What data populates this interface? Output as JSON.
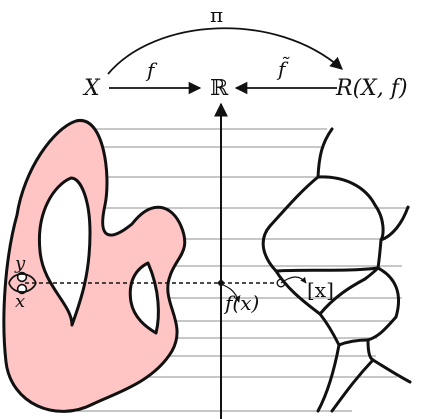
{
  "labels": {
    "pi": "π",
    "X": "X",
    "f": "f",
    "R": "ℝ",
    "ftilde": "f̃",
    "RXf": "R(X, f)",
    "y": "y",
    "x": "x",
    "fx": "f(x)",
    "eqx": "[x]"
  },
  "colors": {
    "fill_shape": "#ffc4c4",
    "stroke": "#111111",
    "level_lines": "#8f8f8f"
  }
}
